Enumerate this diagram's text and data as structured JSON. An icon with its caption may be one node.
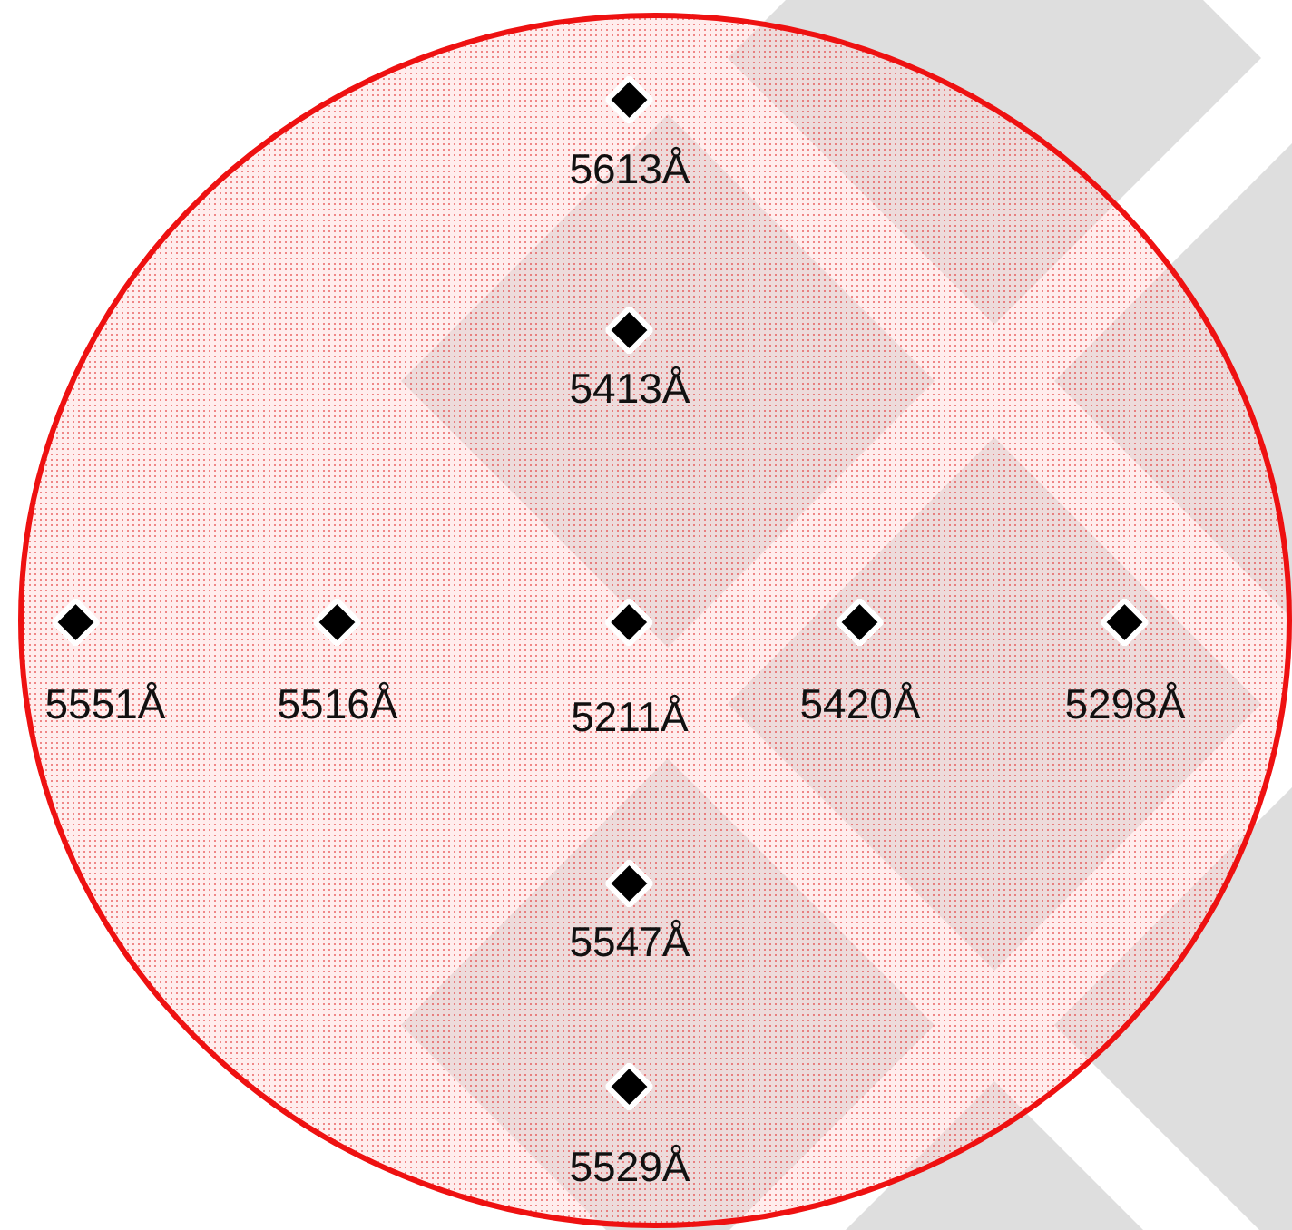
{
  "diagram": {
    "nodes": [
      {
        "text": [],
        "shape": "circle"
      },
      {
        "text": [
          "5613Å"
        ],
        "in": 0
      },
      {
        "text": [
          "5413Å"
        ],
        "in": 0
      },
      {
        "text": [
          "5551Å"
        ],
        "in": 0
      },
      {
        "text": [
          "5516Å"
        ],
        "in": 0
      },
      {
        "text": [
          "5211Å"
        ],
        "in": 0
      },
      {
        "text": [
          "5420Å"
        ],
        "in": 0
      },
      {
        "text": [
          "5298Å"
        ],
        "in": 0
      },
      {
        "text": [
          "5547Å"
        ],
        "in": 0
      },
      {
        "text": [
          "5529Å"
        ],
        "in": 0
      }
    ]
  }
}
